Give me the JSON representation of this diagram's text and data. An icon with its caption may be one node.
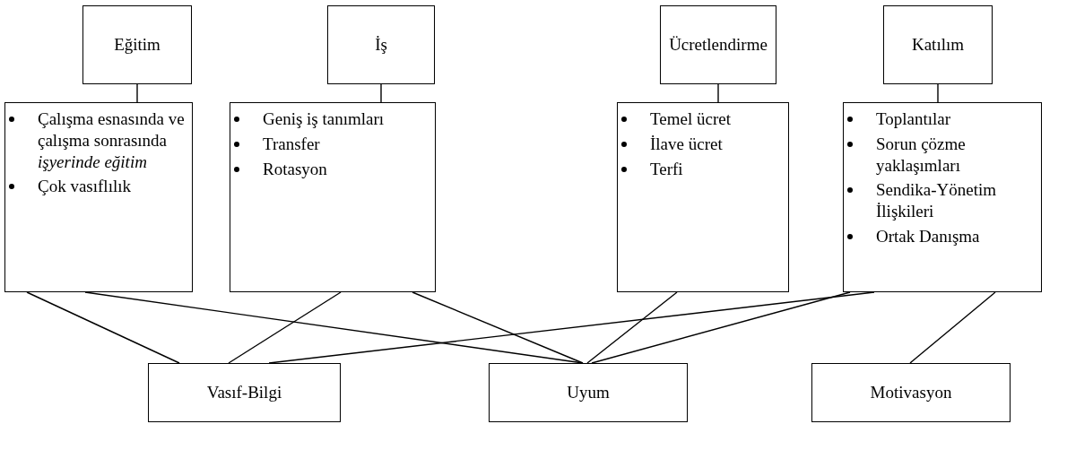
{
  "diagram": {
    "nodes": [
      {
        "text": [
          "Eğitim"
        ]
      },
      {
        "text": [
          "Çalışma esnasında ve çalışma sonrasında *işyerinde eğitim*",
          "Çok vasıflılık"
        ]
      },
      {
        "text": [
          "İş"
        ]
      },
      {
        "text": [
          "Geniş iş tanımları",
          "Transfer",
          "Rotasyon"
        ]
      },
      {
        "text": [
          "Ücretlendirme"
        ]
      },
      {
        "text": [
          "Temel ücret",
          "İlave ücret",
          "Terfi"
        ]
      },
      {
        "text": [
          "Katılım"
        ]
      },
      {
        "text": [
          "Toplantılar",
          "Sorun çözme yaklaşımları",
          "Sendika-Yönetim İlişkileri",
          "Ortak Danışma"
        ]
      },
      {
        "text": [
          "Vasıf-Bilgi"
        ]
      },
      {
        "text": [
          "Uyum"
        ]
      },
      {
        "text": [
          "Motivasyon"
        ]
      }
    ],
    "edges": [
      {
        "from": 0,
        "to": 1,
        "arrow": "none"
      },
      {
        "from": 2,
        "to": 3,
        "arrow": "none"
      },
      {
        "from": 4,
        "to": 5,
        "arrow": "none"
      },
      {
        "from": 6,
        "to": 7,
        "arrow": "none"
      },
      {
        "from": 1,
        "to": 8,
        "arrow": "none"
      },
      {
        "from": 1,
        "to": 9,
        "arrow": "none"
      },
      {
        "from": 3,
        "to": 8,
        "arrow": "none"
      },
      {
        "from": 3,
        "to": 9,
        "arrow": "none"
      },
      {
        "from": 5,
        "to": 9,
        "arrow": "none"
      },
      {
        "from": 7,
        "to": 8,
        "arrow": "none"
      },
      {
        "from": 7,
        "to": 9,
        "arrow": "none"
      },
      {
        "from": 7,
        "to": 10,
        "arrow": "none"
      }
    ]
  }
}
